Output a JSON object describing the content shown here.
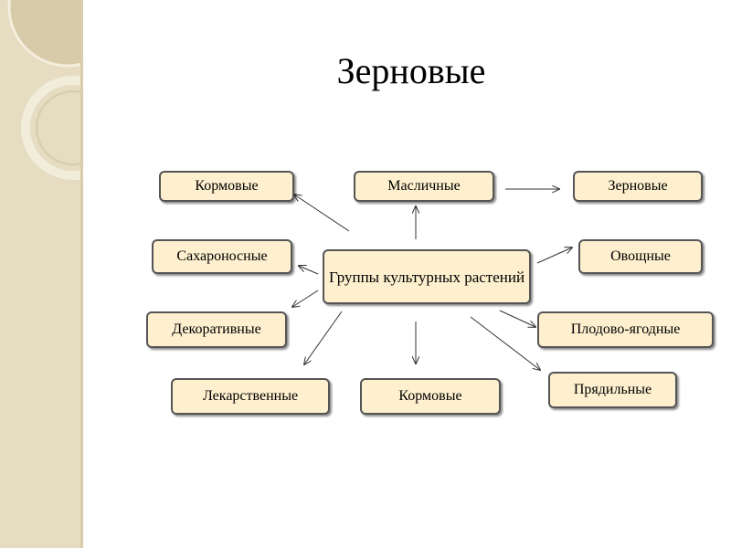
{
  "slide": {
    "title": "Зерновые"
  },
  "diagram": {
    "center": "Группы культурных растений",
    "nodes": {
      "kormovye_top": "Кормовые",
      "maslichnye": "Масличные",
      "zernovye": "Зерновые",
      "saharonosnye": "Сахароносные",
      "ovoshchnye": "Овощные",
      "dekorativnye": "Декоративные",
      "plodovo_yagodnye": "Плодово-ягодные",
      "lekarstvennye": "Лекарственные",
      "kormovye_bottom": "Кормовые",
      "pryadilnye": "Прядильные"
    }
  },
  "colors": {
    "node_fill": "#fef0cf",
    "node_border": "#555555",
    "side_band": "#e6dcc2"
  }
}
